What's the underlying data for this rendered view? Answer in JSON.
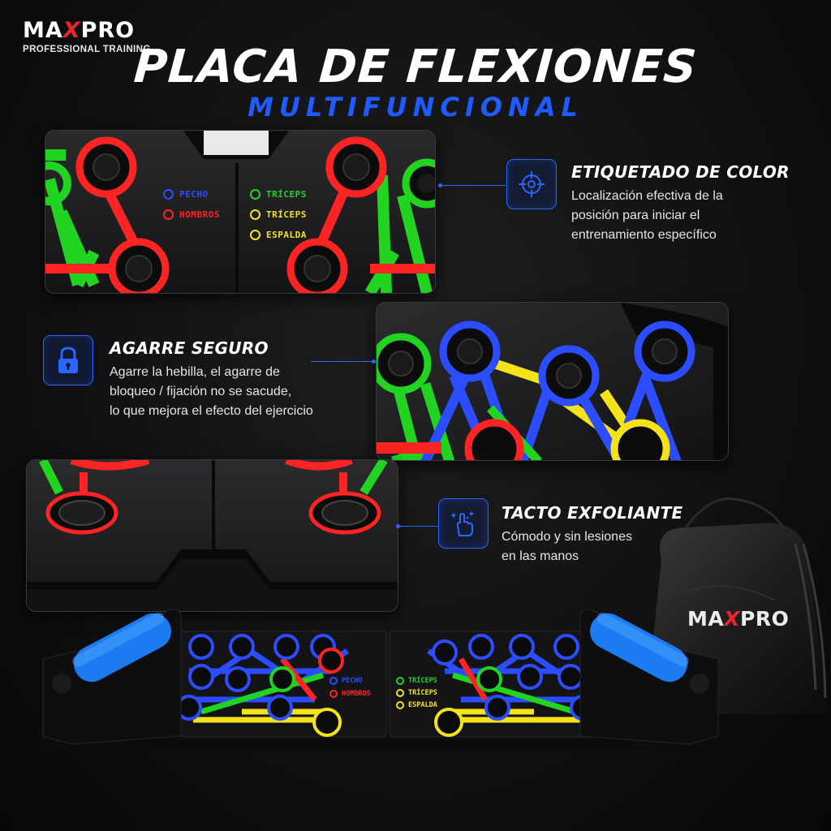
{
  "brand": {
    "name_part1": "MA",
    "name_x": "X",
    "name_part2": "PRO",
    "tagline": "PROFESSIONAL TRAINING"
  },
  "title": "PLACA DE FLEXIONES",
  "subtitle": "MULTIFUNCIONAL",
  "legend": [
    {
      "label": "PECHO",
      "color": "#2b4dff"
    },
    {
      "label": "HOMBROS",
      "color": "#ff2424"
    },
    {
      "label": "TRÍCEPS",
      "color": "#22d322"
    },
    {
      "label": "TRÍCEPS",
      "color": "#f4e21a"
    },
    {
      "label": "ESPALDA",
      "color": "#f4e21a"
    }
  ],
  "features": [
    {
      "title": "ETIQUETADO DE COLOR",
      "lines": [
        "Localización efectiva de la",
        "posición para iniciar el",
        "entrenamiento específico"
      ],
      "icon": "target-icon"
    },
    {
      "title": "AGARRE SEGURO",
      "lines": [
        "Agarre la hebilla, el agarre de",
        "bloqueo / fijación no se sacude,",
        "lo que mejora el efecto del ejercicio"
      ],
      "icon": "lock-icon"
    },
    {
      "title": "TACTO EXFOLIANTE",
      "lines": [
        "Cómodo y sin lesiones",
        "en las manos"
      ],
      "icon": "hand-sparkle-icon"
    }
  ],
  "colors": {
    "accent_blue": "#2a66ff",
    "brand_red": "#e8262b",
    "green": "#22d322",
    "red": "#ff2424",
    "blue": "#2b4dff",
    "yellow": "#f4e21a"
  }
}
